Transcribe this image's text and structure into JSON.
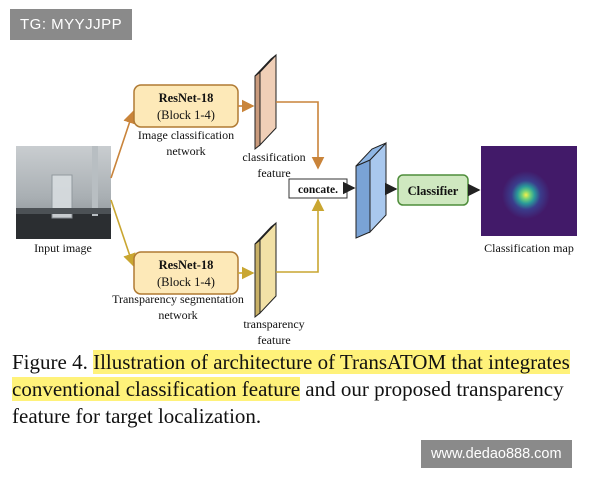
{
  "tags": {
    "top_left": "TG: MYYJJPP",
    "bottom_right": "www.dedao888.com"
  },
  "diagram": {
    "input_label": "Input image",
    "block_top": {
      "name": "ResNet-18",
      "sub": "(Block 1-4)"
    },
    "block_bottom": {
      "name": "ResNet-18",
      "sub": "(Block 1-4)"
    },
    "top_network_label": [
      "Image classification",
      "network"
    ],
    "bottom_network_label": [
      "Transparency segmentation",
      "network"
    ],
    "class_feature_label": [
      "classification",
      "feature"
    ],
    "transp_feature_label": [
      "transparency",
      "feature"
    ],
    "concat_label": "concate.",
    "classifier_label": "Classifier",
    "map_label": "Classification map"
  },
  "caption": {
    "prefix": "Figure 4. ",
    "highlight_1": "Illustration of architecture of TransATOM that integrates",
    "highlight_2": "conventional classification feature",
    "rest": " and our proposed transparency feature for target localization."
  },
  "colors": {
    "resnet_fill": "#fde9b8",
    "resnet_stroke": "#b07a33",
    "arrow_orange": "#c9843a",
    "arrow_gold": "#c9a631",
    "class_feature": "#e7b99b",
    "transp_feature": "#e8d38e",
    "concat_feature": "#8fb6e4",
    "classifier_fill": "#cfe8c0",
    "classifier_stroke": "#4f8d3b",
    "highlight": "#fff27a"
  }
}
